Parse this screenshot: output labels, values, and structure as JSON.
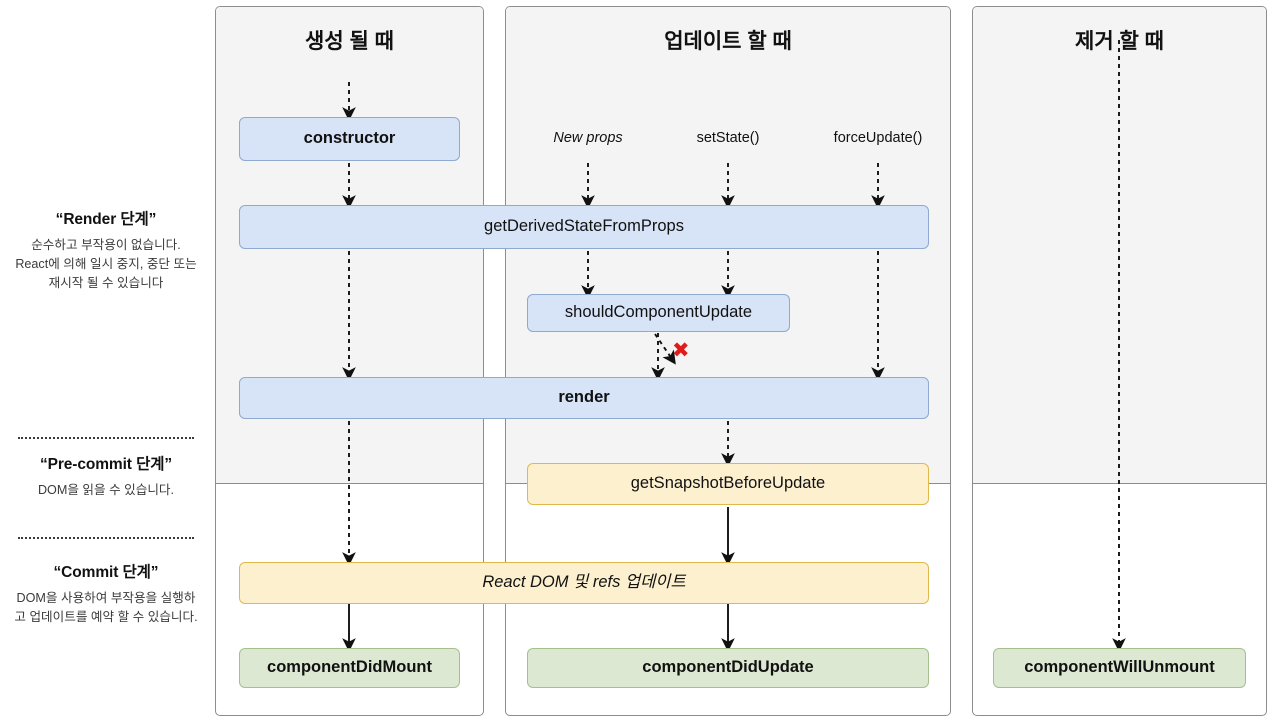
{
  "legend": {
    "blocks": [
      {
        "title": "“Render 단계”",
        "desc": "순수하고 부작용이 없습니다. React에 의해 일시 중지, 중단 또는 재시작 될 수 있습니다"
      },
      {
        "title": "“Pre-commit 단계”",
        "desc": "DOM을 읽을 수 있습니다."
      },
      {
        "title": "“Commit 단계”",
        "desc": "DOM을 사용하여 부작용을 실행하고 업데이트를 예약 할 수 있습니다."
      }
    ]
  },
  "panels": {
    "mount": {
      "title": "생성 될 때"
    },
    "update": {
      "title": "업데이트 할 때"
    },
    "unmount": {
      "title": "제거 할 때"
    }
  },
  "triggers": [
    {
      "label": "New props",
      "style": "italic"
    },
    {
      "label": "setState()",
      "style": "normal"
    },
    {
      "label": "forceUpdate()",
      "style": "normal"
    }
  ],
  "nodes": {
    "constructor": {
      "label": "constructor",
      "color": "#d7e3f7",
      "border": "#8fa9d0"
    },
    "get_derived_state_from_props": {
      "label": "getDerivedStateFromProps",
      "color": "#d7e3f7",
      "border": "#8fa9d0"
    },
    "should_component_update": {
      "label": "shouldComponentUpdate",
      "color": "#d7e3f7",
      "border": "#8fa9d0"
    },
    "render": {
      "label": "render",
      "color": "#d7e3f7",
      "border": "#8fa9d0"
    },
    "get_snapshot_before_update": {
      "label": "getSnapshotBeforeUpdate",
      "color": "#fdf0cf",
      "border": "#e0b94d"
    },
    "react_dom_refs_update": {
      "label": "React DOM 및 refs 업데이트",
      "color": "#fdf0cf",
      "border": "#e0b94d"
    },
    "component_did_mount": {
      "label": "componentDidMount",
      "color": "#dde8d3",
      "border": "#a6c08c"
    },
    "component_did_update": {
      "label": "componentDidUpdate",
      "color": "#dde8d3",
      "border": "#a6c08c"
    },
    "component_will_unmount": {
      "label": "componentWillUnmount",
      "color": "#dde8d3",
      "border": "#a6c08c"
    }
  },
  "markers": {
    "skip_cross": {
      "symbol": "✖",
      "color": "#e01b1b"
    }
  }
}
